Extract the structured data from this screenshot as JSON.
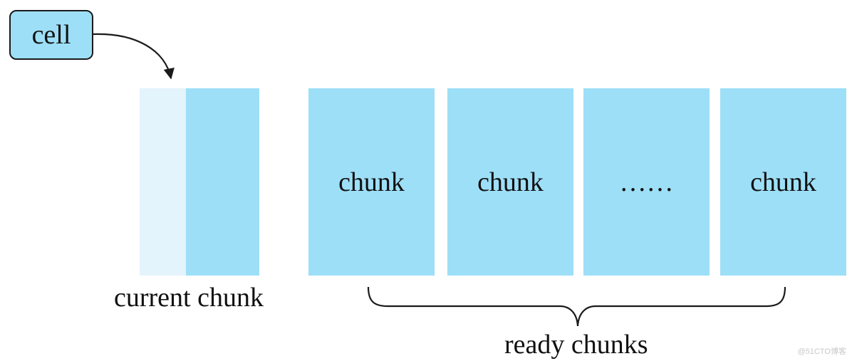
{
  "diagram": {
    "cell_label": "cell",
    "current_chunk_label": "current chunk",
    "ready_chunks_label": "ready chunks",
    "chunks": [
      {
        "label": "chunk"
      },
      {
        "label": "chunk"
      },
      {
        "label": "……"
      },
      {
        "label": "chunk"
      }
    ],
    "watermark": "@51CTO博客"
  },
  "colors": {
    "chunk_fill": "#9ddff7",
    "used_fill": "#e4f4fc",
    "cell_fill": "#9ddff7",
    "stroke": "#1a1a1a"
  }
}
